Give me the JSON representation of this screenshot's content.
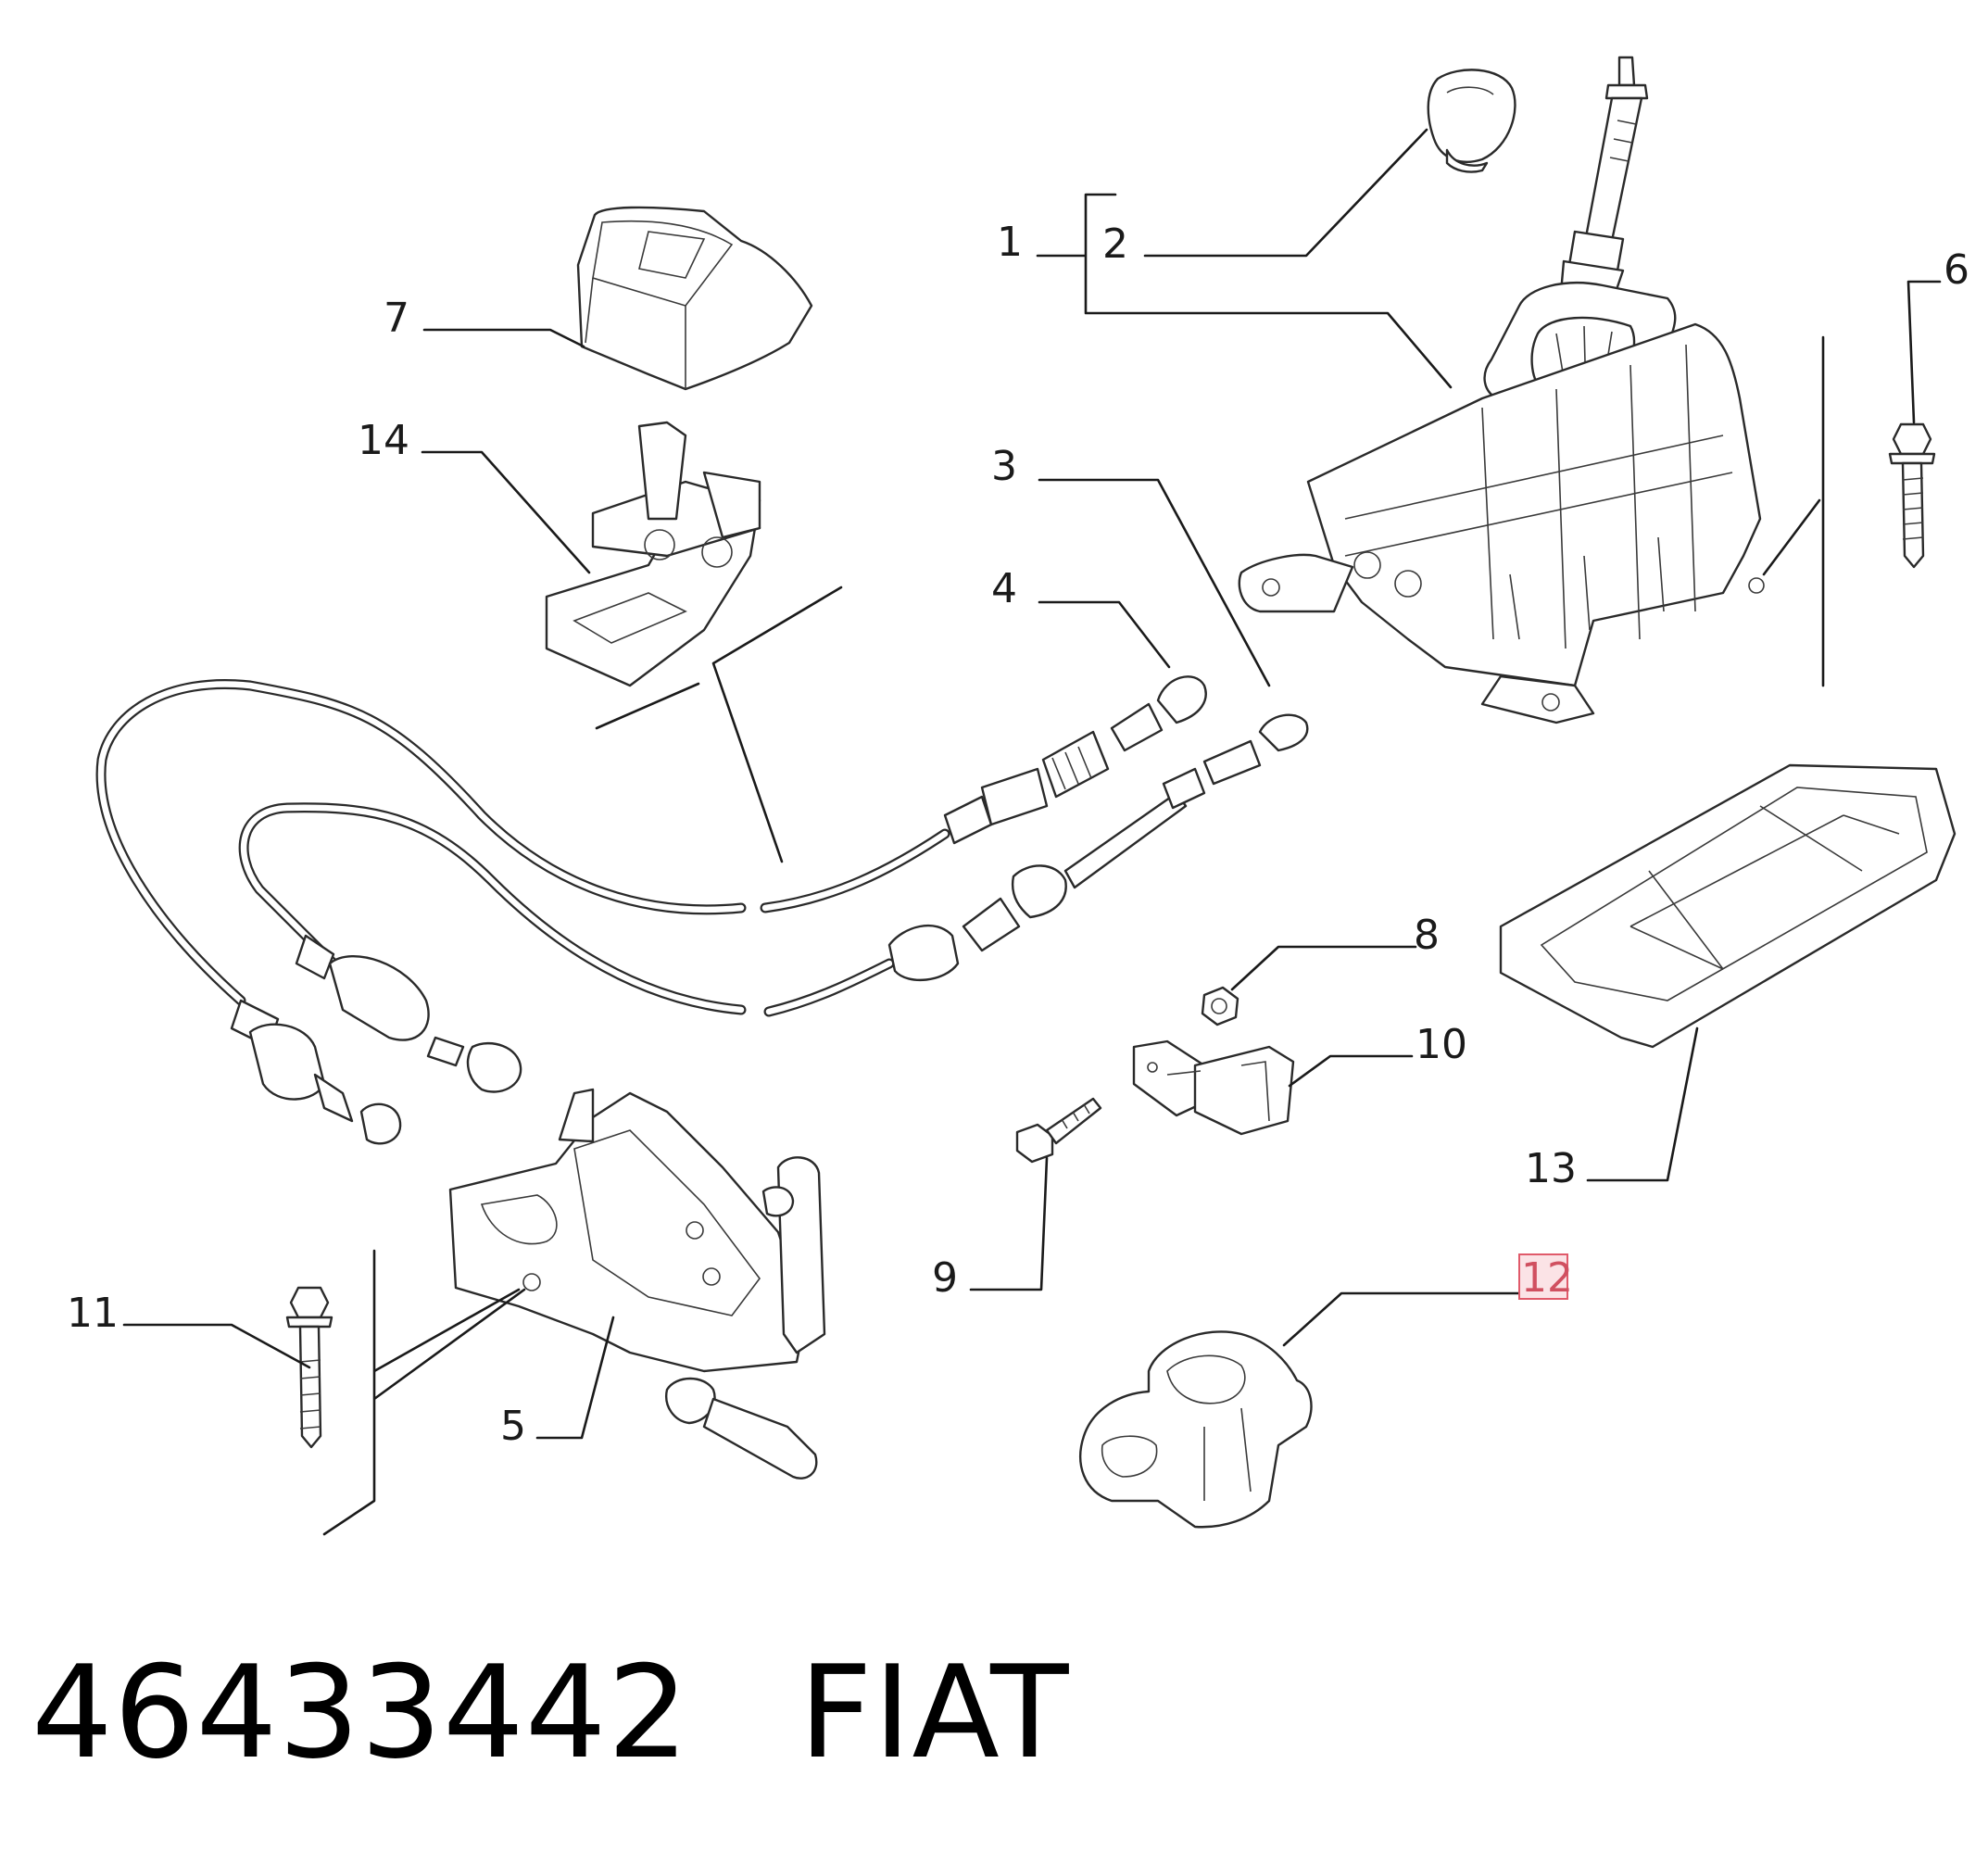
{
  "diagram": {
    "callouts": {
      "c1": "1",
      "c2": "2",
      "c3": "3",
      "c4": "4",
      "c5": "5",
      "c6": "6",
      "c7": "7",
      "c8": "8",
      "c9": "9",
      "c10": "10",
      "c11": "11",
      "c12": "12",
      "c13": "13",
      "c14": "14"
    },
    "highlighted_callout": "12",
    "highlight_color": "#e05a6a"
  },
  "footer": {
    "part_number": "46433442",
    "brand": "FIAT"
  }
}
